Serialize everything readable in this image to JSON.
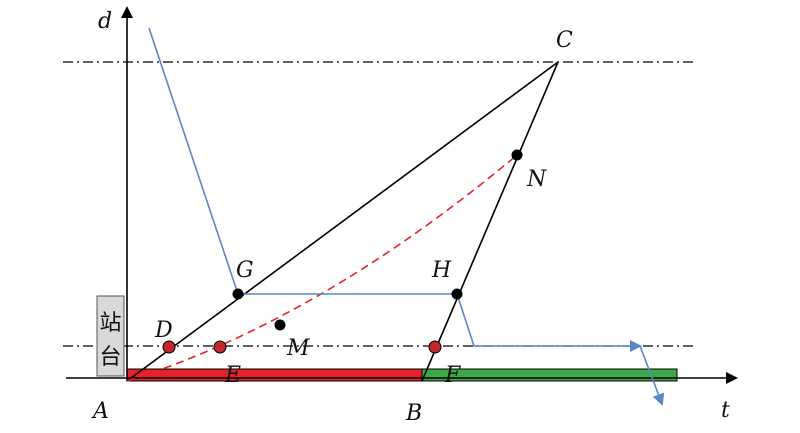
{
  "axes": {
    "y_label": "d",
    "x_label": "t"
  },
  "station": {
    "label_top": "站",
    "label_bottom": "台",
    "fill": "#d9d9d9"
  },
  "points": {
    "A": "A",
    "B": "B",
    "C": "C",
    "D": "D",
    "E": "E",
    "F": "F",
    "G": "G",
    "H": "H",
    "M": "M",
    "N": "N"
  },
  "colors": {
    "red_bar": "#e5222a",
    "green_bar": "#3aaa48",
    "blue_line": "#5b86c4",
    "red_dash": "#e5222a",
    "red_dot": "#c0282d",
    "black_dot": "#000000",
    "axis": "#000000"
  }
}
